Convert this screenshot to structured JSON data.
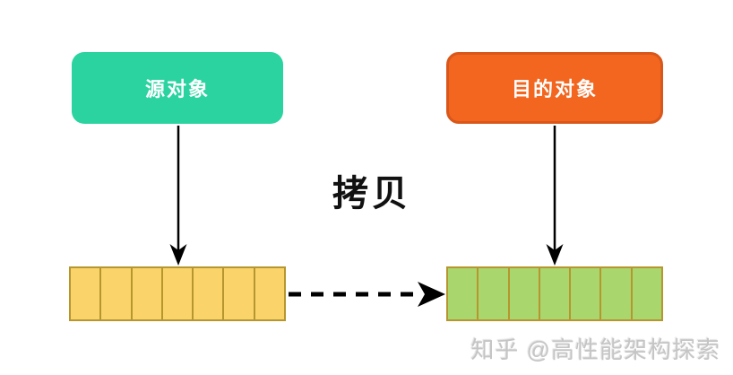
{
  "canvas": {
    "background": "#ffffff"
  },
  "nodes": {
    "source": {
      "label": "源对象",
      "fill": "#2bd3a0",
      "border": "#2bd3a0",
      "text_color": "#ffffff"
    },
    "dest": {
      "label": "目的对象",
      "fill": "#f2661f",
      "border": "#d9571a",
      "text_color": "#ffffff"
    }
  },
  "copy_label": "拷贝",
  "arrays": {
    "source": {
      "cells": 7,
      "fill": "#fad46b",
      "border": "#b6962f"
    },
    "dest": {
      "cells": 7,
      "fill": "#a9d66d",
      "border": "#b6962f"
    }
  },
  "arrows": {
    "color": "#000000"
  },
  "watermark": {
    "text": "知乎 @高性能架构探索",
    "color": "#c5c5c5"
  }
}
